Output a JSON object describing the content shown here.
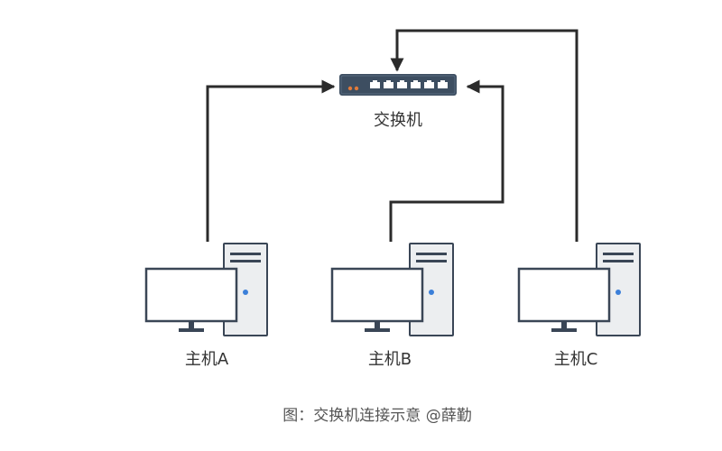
{
  "switch": {
    "label": "交换机",
    "port_count": 6
  },
  "hosts": [
    {
      "id": "a",
      "label": "主机A"
    },
    {
      "id": "b",
      "label": "主机B"
    },
    {
      "id": "c",
      "label": "主机C"
    }
  ],
  "caption": "图：交换机连接示意 @薛勤",
  "colors": {
    "line": "#2b2b2b",
    "switch_body": "#3d4e61",
    "switch_port": "#ffffff",
    "switch_led": "#e07a3a",
    "tower_body": "#eceef0",
    "tower_stroke": "#3a4656",
    "tower_drive": "#3a4656",
    "tower_led": "#3b7fd9",
    "monitor_screen": "#ffffff",
    "monitor_stroke": "#3a4656",
    "text": "#333333",
    "caption_text": "#555555"
  }
}
